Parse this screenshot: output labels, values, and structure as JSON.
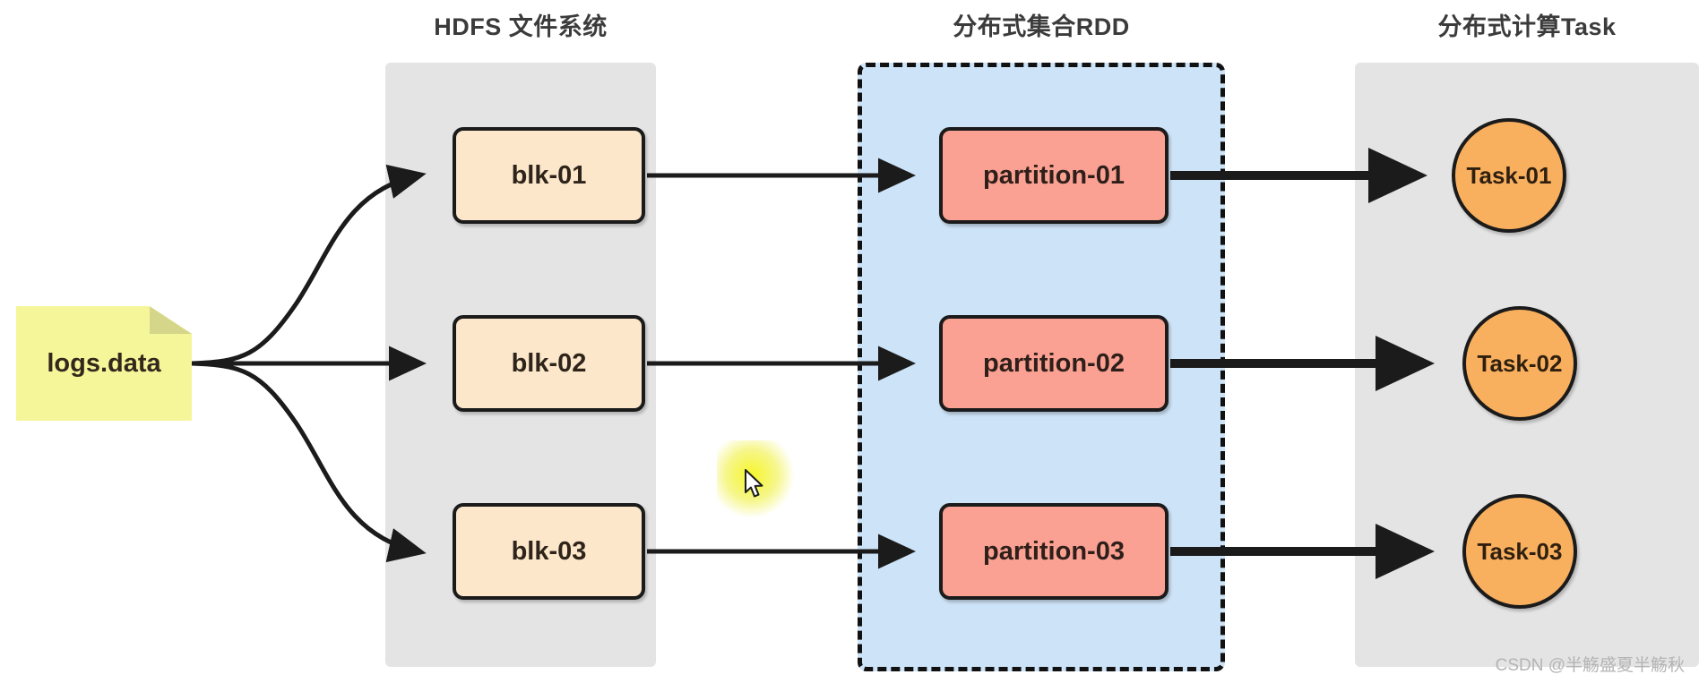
{
  "columns": [
    {
      "id": "hdfs",
      "title": "HDFS 文件系统",
      "panel_color": "#e4e4e4"
    },
    {
      "id": "rdd",
      "title": "分布式集合RDD",
      "panel_color": "#cde3f7"
    },
    {
      "id": "task",
      "title": "分布式计算Task",
      "panel_color": "#e4e4e4"
    }
  ],
  "source": {
    "label": "logs.data",
    "shape": "note",
    "color": "#f5f59a"
  },
  "blocks": [
    {
      "label": "blk-01"
    },
    {
      "label": "blk-02"
    },
    {
      "label": "blk-03"
    }
  ],
  "partitions": [
    {
      "label": "partition-01"
    },
    {
      "label": "partition-02"
    },
    {
      "label": "partition-03"
    }
  ],
  "tasks": [
    {
      "label": "Task-01"
    },
    {
      "label": "Task-02"
    },
    {
      "label": "Task-03"
    }
  ],
  "colors": {
    "block_fill": "#fce7cb",
    "partition_fill": "#fba193",
    "task_fill": "#f9b05e",
    "note_fill": "#f5f59a",
    "panel_gray": "#e4e4e4",
    "panel_blue": "#cde3f7",
    "stroke": "#1b1b1b"
  },
  "cursor": {
    "icon": "mouse-pointer-icon",
    "highlight": "#f6f620"
  },
  "watermark": {
    "text": "CSDN @半觞盛夏半觞秋"
  }
}
